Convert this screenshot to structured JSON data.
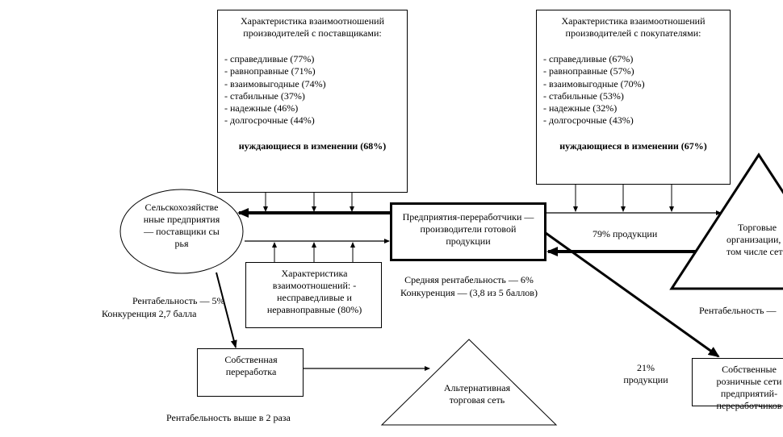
{
  "suppliers_box": {
    "title": "Характеристика взаимоотношений производителей с поставщиками:",
    "items": [
      "- справедливые (77%)",
      "- равноправные (71%)",
      "- взаимовыгодные (74%)",
      "- стабильные (37%)",
      "- надежные (46%)",
      "- долгосрочные (44%)"
    ],
    "need_change": "нуждающиеся в изменении (68%)"
  },
  "buyers_box": {
    "title": "Характеристика взаимоотношений производителей с покупателями:",
    "items": [
      "- справедливые (67%)",
      "- равноправные (57%)",
      "- взаимовыгодные (70%)",
      "- стабильные (53%)",
      "- надежные (32%)",
      "- долгосрочные (43%)"
    ],
    "need_change": "нуждающиеся в изменении (67%)"
  },
  "agri_node": {
    "label": "Сельскохозяйственные предприятия — поставщики сырья"
  },
  "agri_stats": {
    "profitability": "Рентабельность — 5%",
    "competition": "Конкуренция 2,7 балла"
  },
  "processor_node": {
    "label": "Предприятия-переработчики — производители готовой продукции"
  },
  "processor_stats": {
    "profitability": "Средняя рентабельность — 6%",
    "competition": "Конкуренция — (3,8 из 5 баллов)"
  },
  "lower_box": {
    "label": "Характеристика взаимоотношений: - несправедливые и неравноправные (80%)"
  },
  "trade_node": {
    "label": "Торговые организации, в том числе сети"
  },
  "trade_stats": {
    "profitability": "Рентабельность — "
  },
  "flow_79": "79% продукции",
  "flow_21": "21% продукции",
  "own_processing": {
    "label": "Собственная переработка",
    "note": "Рентабельность выше в 2 раза"
  },
  "alt_network": {
    "label": "Альтернативная торговая сеть"
  },
  "own_retail": {
    "label": "Собственные розничные сети предприятий-переработчиков"
  }
}
